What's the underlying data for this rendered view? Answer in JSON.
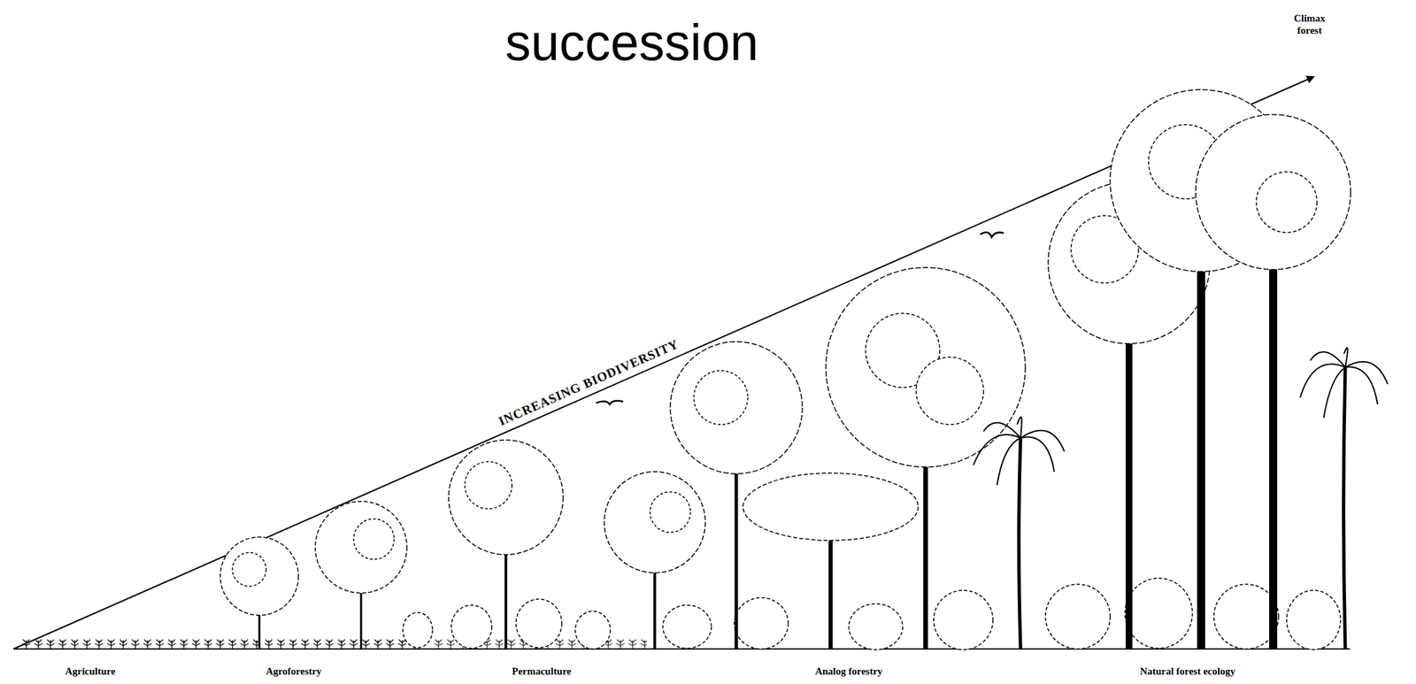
{
  "diagram": {
    "title": "succession",
    "labels": [
      "Climax forest",
      "INCREASING BIODIVERSITY",
      "Agriculture",
      "Agroforestry",
      "Permaculture",
      "Analog forestry",
      "Natural forest ecology"
    ]
  }
}
